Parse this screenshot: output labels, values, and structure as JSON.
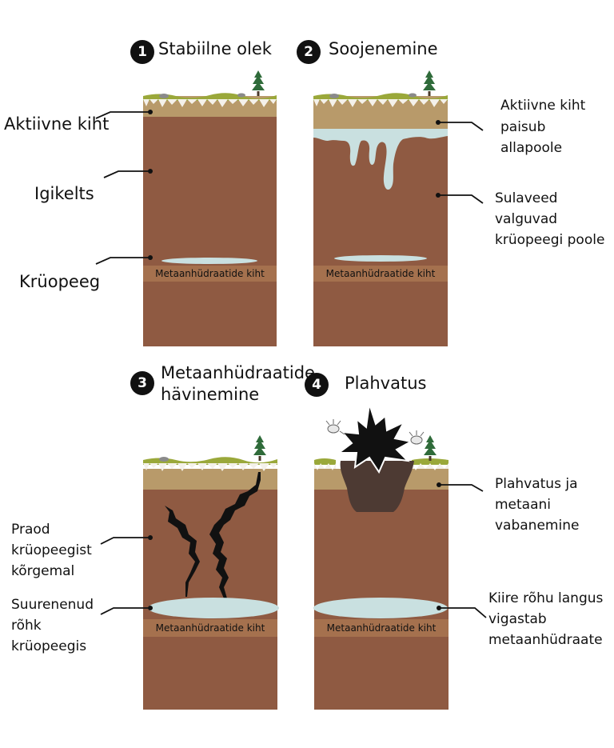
{
  "panels": [
    {
      "number": "1",
      "title": "Stabiilne olek",
      "hydrate_layer": "Metaanhüdraatide kiht"
    },
    {
      "number": "2",
      "title": "Soojenemine",
      "hydrate_layer": "Metaanhüdraatide kiht"
    },
    {
      "number": "3",
      "title_line1": "Metaanhüdraatide",
      "title_line2": "hävinemine",
      "hydrate_layer": "Metaanhüdraatide kiht"
    },
    {
      "number": "4",
      "title": "Plahvatus",
      "hydrate_layer": "Metaanhüdraatide kiht"
    }
  ],
  "labels": {
    "active_layer": "Aktiivne kiht",
    "permafrost": "Igikelts",
    "cryopeg": "Krüopeeg",
    "active_sinks_l1": "Aktiivne kiht",
    "active_sinks_l2": "paisub",
    "active_sinks_l3": "allapoole",
    "meltwater_l1": "Sulaveed",
    "meltwater_l2": "valguvad",
    "meltwater_l3": "krüopeegi poole",
    "cracks_l1": "Praod",
    "cracks_l2": "krüopeegist",
    "cracks_l3": "kõrgemal",
    "pressure_l1": "Suurenenud",
    "pressure_l2": "rõhk",
    "pressure_l3": "krüopeegis",
    "explosion_l1": "Plahvatus ja",
    "explosion_l2": "metaani",
    "explosion_l3": "vabanemine",
    "drop_l1": "Kiire rõhu langus",
    "drop_l2": "vigastab",
    "drop_l3": "metaanhüdraate"
  },
  "colors": {
    "soil": "#8f5a42",
    "active_layer": "#b89a6a",
    "hydrate_band": "#9c6a48",
    "ice": "#c9e0e0",
    "grass": "#9aa83a",
    "snow": "#f4f1ea",
    "crack": "#111111",
    "explosion_crater": "#4d3a33"
  }
}
